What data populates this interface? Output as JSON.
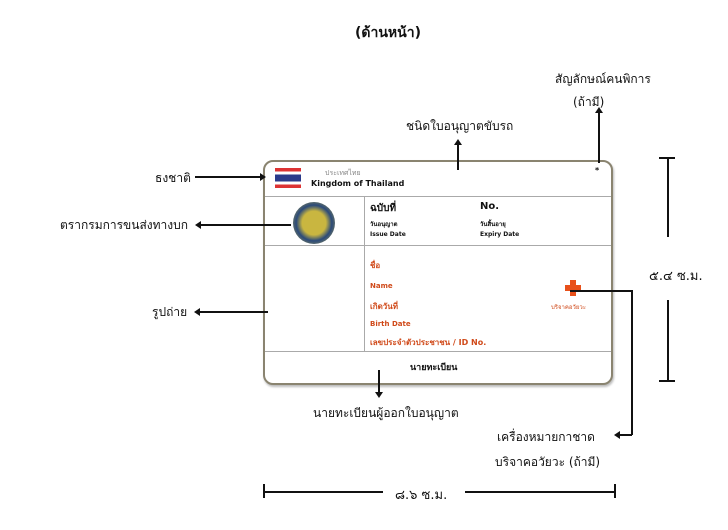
{
  "title": "(ด้านหน้า)",
  "labels": {
    "disability_symbol": "สัญลักษณ์คนพิการ",
    "disability_if_any": "(ถ้ามี)",
    "license_type": "ชนิดใบอนุญาตขับรถ",
    "flag": "ธงชาติ",
    "dept_seal": "ตรากรมการขนส่งทางบก",
    "photo": "รูปถ่าย",
    "height": "๕.๔ ซ.ม.",
    "registrar": "นายทะเบียนผู้ออกใบอนุญาต",
    "red_cross": "เครื่องหมายกาชาด",
    "organ_donation": "บริจาคอวัยวะ (ถ้ามี)",
    "width": "๘.๖ ซ.ม."
  },
  "card": {
    "country_th": "ประเทศไทย",
    "country_en": "Kingdom of Thailand",
    "star": "*",
    "no_th": "ฉบับที่",
    "no_en": "No.",
    "issue_th": "วันอนุญาต",
    "issue_en": "Issue Date",
    "expiry_th": "วันสิ้นอายุ",
    "expiry_en": "Expiry Date",
    "name_th": "ชื่อ",
    "name_en": "Name",
    "birth_th": "เกิดวันที่",
    "birth_en": "Birth Date",
    "id_no": "เลขประจำตัวประชาชน / ID No.",
    "donor": "บริจาคอวัยวะ",
    "registrar": "นายทะเบียน"
  },
  "colors": {
    "red_cross": "#e8501a",
    "text_red": "#d04a1a"
  }
}
